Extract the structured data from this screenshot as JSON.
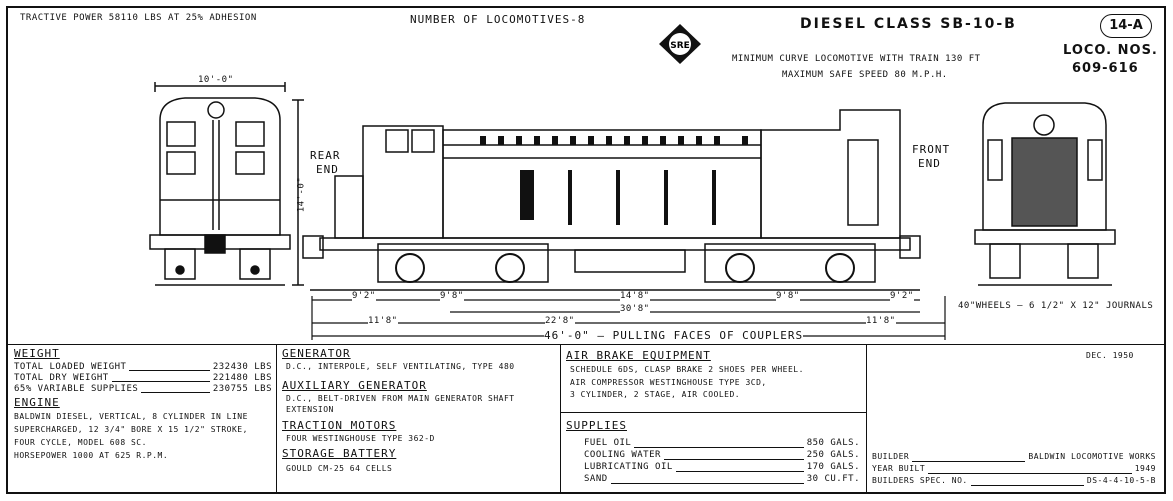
{
  "header": {
    "tractive_power": "TRACTIVE POWER 58110 LBS AT 25% ADHESION",
    "num_locos": "NUMBER OF LOCOMOTIVES-8",
    "logo_text": "SRE",
    "class_title": "DIESEL CLASS SB-10-B",
    "sheet_no": "14-A",
    "min_curve": "MINIMUM CURVE LOCOMOTIVE WITH TRAIN 130 FT",
    "max_speed": "MAXIMUM SAFE SPEED 80 M.P.H.",
    "loco_nos_label": "LOCO. NOS.",
    "loco_nos": "609-616"
  },
  "drawing": {
    "width_dim": "10'-0\"",
    "height_dim": "14'-0\"",
    "rear_end": [
      "REAR",
      "END"
    ],
    "front_end": [
      "FRONT",
      "END"
    ],
    "dims": {
      "d1": "9'2\"",
      "d2": "9'8\"",
      "d3": "14'8\"",
      "d4": "9'8\"",
      "d5": "9'2\"",
      "d6": "30'8\"",
      "d7": "11'8\"",
      "d8": "22'8\"",
      "d9": "11'8\"",
      "d10": "46'-0\" — PULLING FACES OF COUPLERS"
    },
    "wheels_note": "40\"WHEELS — 6 1/2\" X 12\" JOURNALS"
  },
  "weight": {
    "heading": "WEIGHT",
    "rows": [
      {
        "label": "TOTAL LOADED WEIGHT",
        "value": "232430 LBS"
      },
      {
        "label": "TOTAL DRY WEIGHT",
        "value": "221480 LBS"
      },
      {
        "label": "65% VARIABLE SUPPLIES",
        "value": "230755 LBS"
      }
    ]
  },
  "engine": {
    "heading": "ENGINE",
    "lines": [
      "BALDWIN DIESEL, VERTICAL, 8 CYLINDER IN LINE",
      "SUPERCHARGED, 12 3/4\" BORE X 15 1/2\" STROKE,",
      "FOUR CYCLE, MODEL 608 SC.",
      "HORSEPOWER 1000 AT 625 R.P.M."
    ]
  },
  "generator": {
    "heading": "GENERATOR",
    "line": "D.C., INTERPOLE, SELF VENTILATING, TYPE 480"
  },
  "aux_generator": {
    "heading": "AUXILIARY GENERATOR",
    "lines": [
      "D.C., BELT-DRIVEN FROM MAIN GENERATOR SHAFT",
      "EXTENSION"
    ]
  },
  "traction": {
    "heading": "TRACTION MOTORS",
    "line": "FOUR WESTINGHOUSE TYPE 362-D"
  },
  "battery": {
    "heading": "STORAGE BATTERY",
    "line": "GOULD CM-25 64 CELLS"
  },
  "air_brake": {
    "heading": "AIR BRAKE EQUIPMENT",
    "lines": [
      "SCHEDULE 6DS, CLASP BRAKE 2 SHOES PER WHEEL.",
      "AIR COMPRESSOR WESTINGHOUSE TYPE 3CD,",
      "3 CYLINDER, 2 STAGE, AIR COOLED."
    ]
  },
  "supplies": {
    "heading": "SUPPLIES",
    "rows": [
      {
        "label": "FUEL OIL",
        "value": "850 GALS."
      },
      {
        "label": "COOLING WATER",
        "value": "250 GALS."
      },
      {
        "label": "LUBRICATING OIL",
        "value": "170 GALS."
      },
      {
        "label": "SAND",
        "value": "30 CU.FT."
      }
    ]
  },
  "builder_block": {
    "date": "DEC. 1950",
    "rows": [
      {
        "label": "BUILDER",
        "value": "BALDWIN LOCOMOTIVE WORKS"
      },
      {
        "label": "YEAR BUILT",
        "value": "1949"
      },
      {
        "label": "BUILDERS SPEC. NO.",
        "value": "DS-4-4-10-5-B"
      }
    ]
  }
}
